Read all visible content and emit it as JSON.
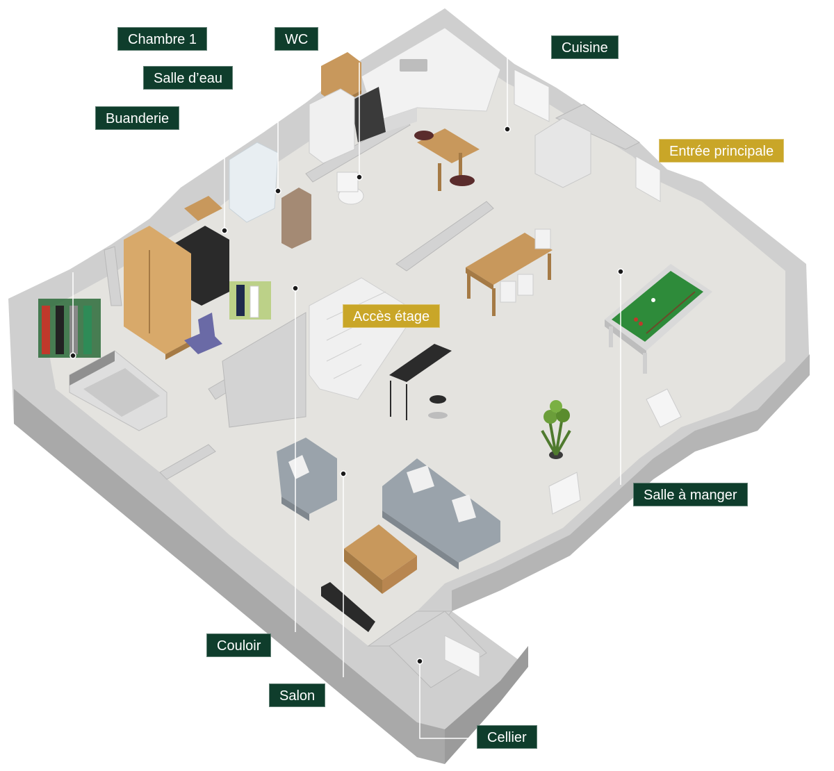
{
  "colors": {
    "label_dark": "#0f3d2c",
    "label_accent": "#c9a628",
    "wall_top": "#d6d6d6",
    "wall_side": "#a9a9a9",
    "floor": "#e4e3df",
    "wood": "#c8985c",
    "sofa": "#9aa3ab",
    "pool_felt": "#2e8b3a",
    "leader_line": "#ffffff"
  },
  "labels": {
    "chambre1": "Chambre 1",
    "wc": "WC",
    "cuisine": "Cuisine",
    "salle_eau": "Salle d’eau",
    "buanderie": "Buanderie",
    "entree": "Entrée principale",
    "acces_etage": "Accès étage",
    "salle_manger": "Salle à manger",
    "couloir": "Couloir",
    "salon": "Salon",
    "cellier": "Cellier"
  },
  "icons": {
    "marker": "room-marker-dot"
  }
}
